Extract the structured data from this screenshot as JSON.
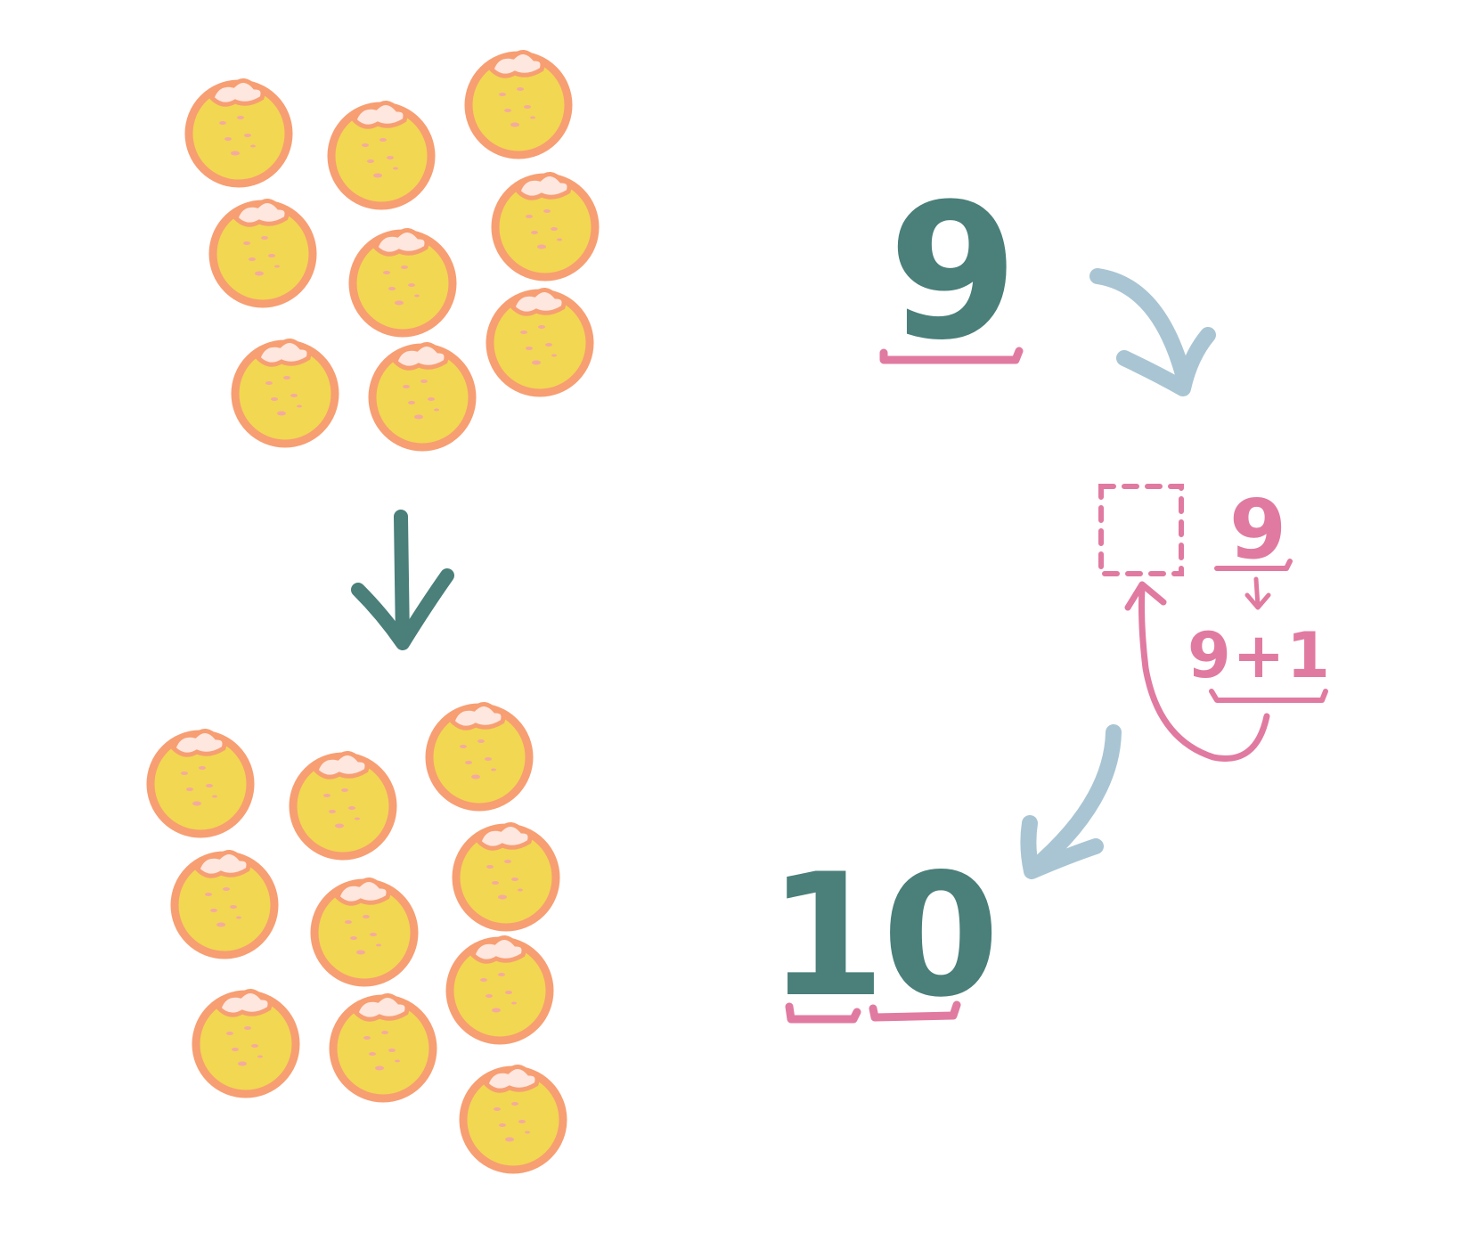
{
  "colors": {
    "background": "#ffffff",
    "orange_fill": "#f2d752",
    "orange_outline": "#f79e73",
    "orange_highlight": "#fde7df",
    "orange_dots": "#f4aaa0",
    "numeral_teal": "#4a7f7a",
    "accent_pink": "#e17aa0",
    "arrow_blue": "#a9c5d3"
  },
  "groups": {
    "before": {
      "count": 9,
      "icon": "orange-icon"
    },
    "after": {
      "count": 10,
      "icon": "orange-icon"
    }
  },
  "labels": {
    "start_number": "9",
    "result_number": "10",
    "step_number": "9",
    "step_expression": "9+1"
  },
  "icons": {
    "group_arrow": "arrow-down-icon",
    "flow_arrow_1": "curved-arrow-icon",
    "flow_arrow_2": "curved-arrow-icon",
    "carry_arrow": "curved-arrow-up-icon",
    "small_arrow": "arrow-down-icon",
    "empty_place": "dashed-box-icon"
  }
}
